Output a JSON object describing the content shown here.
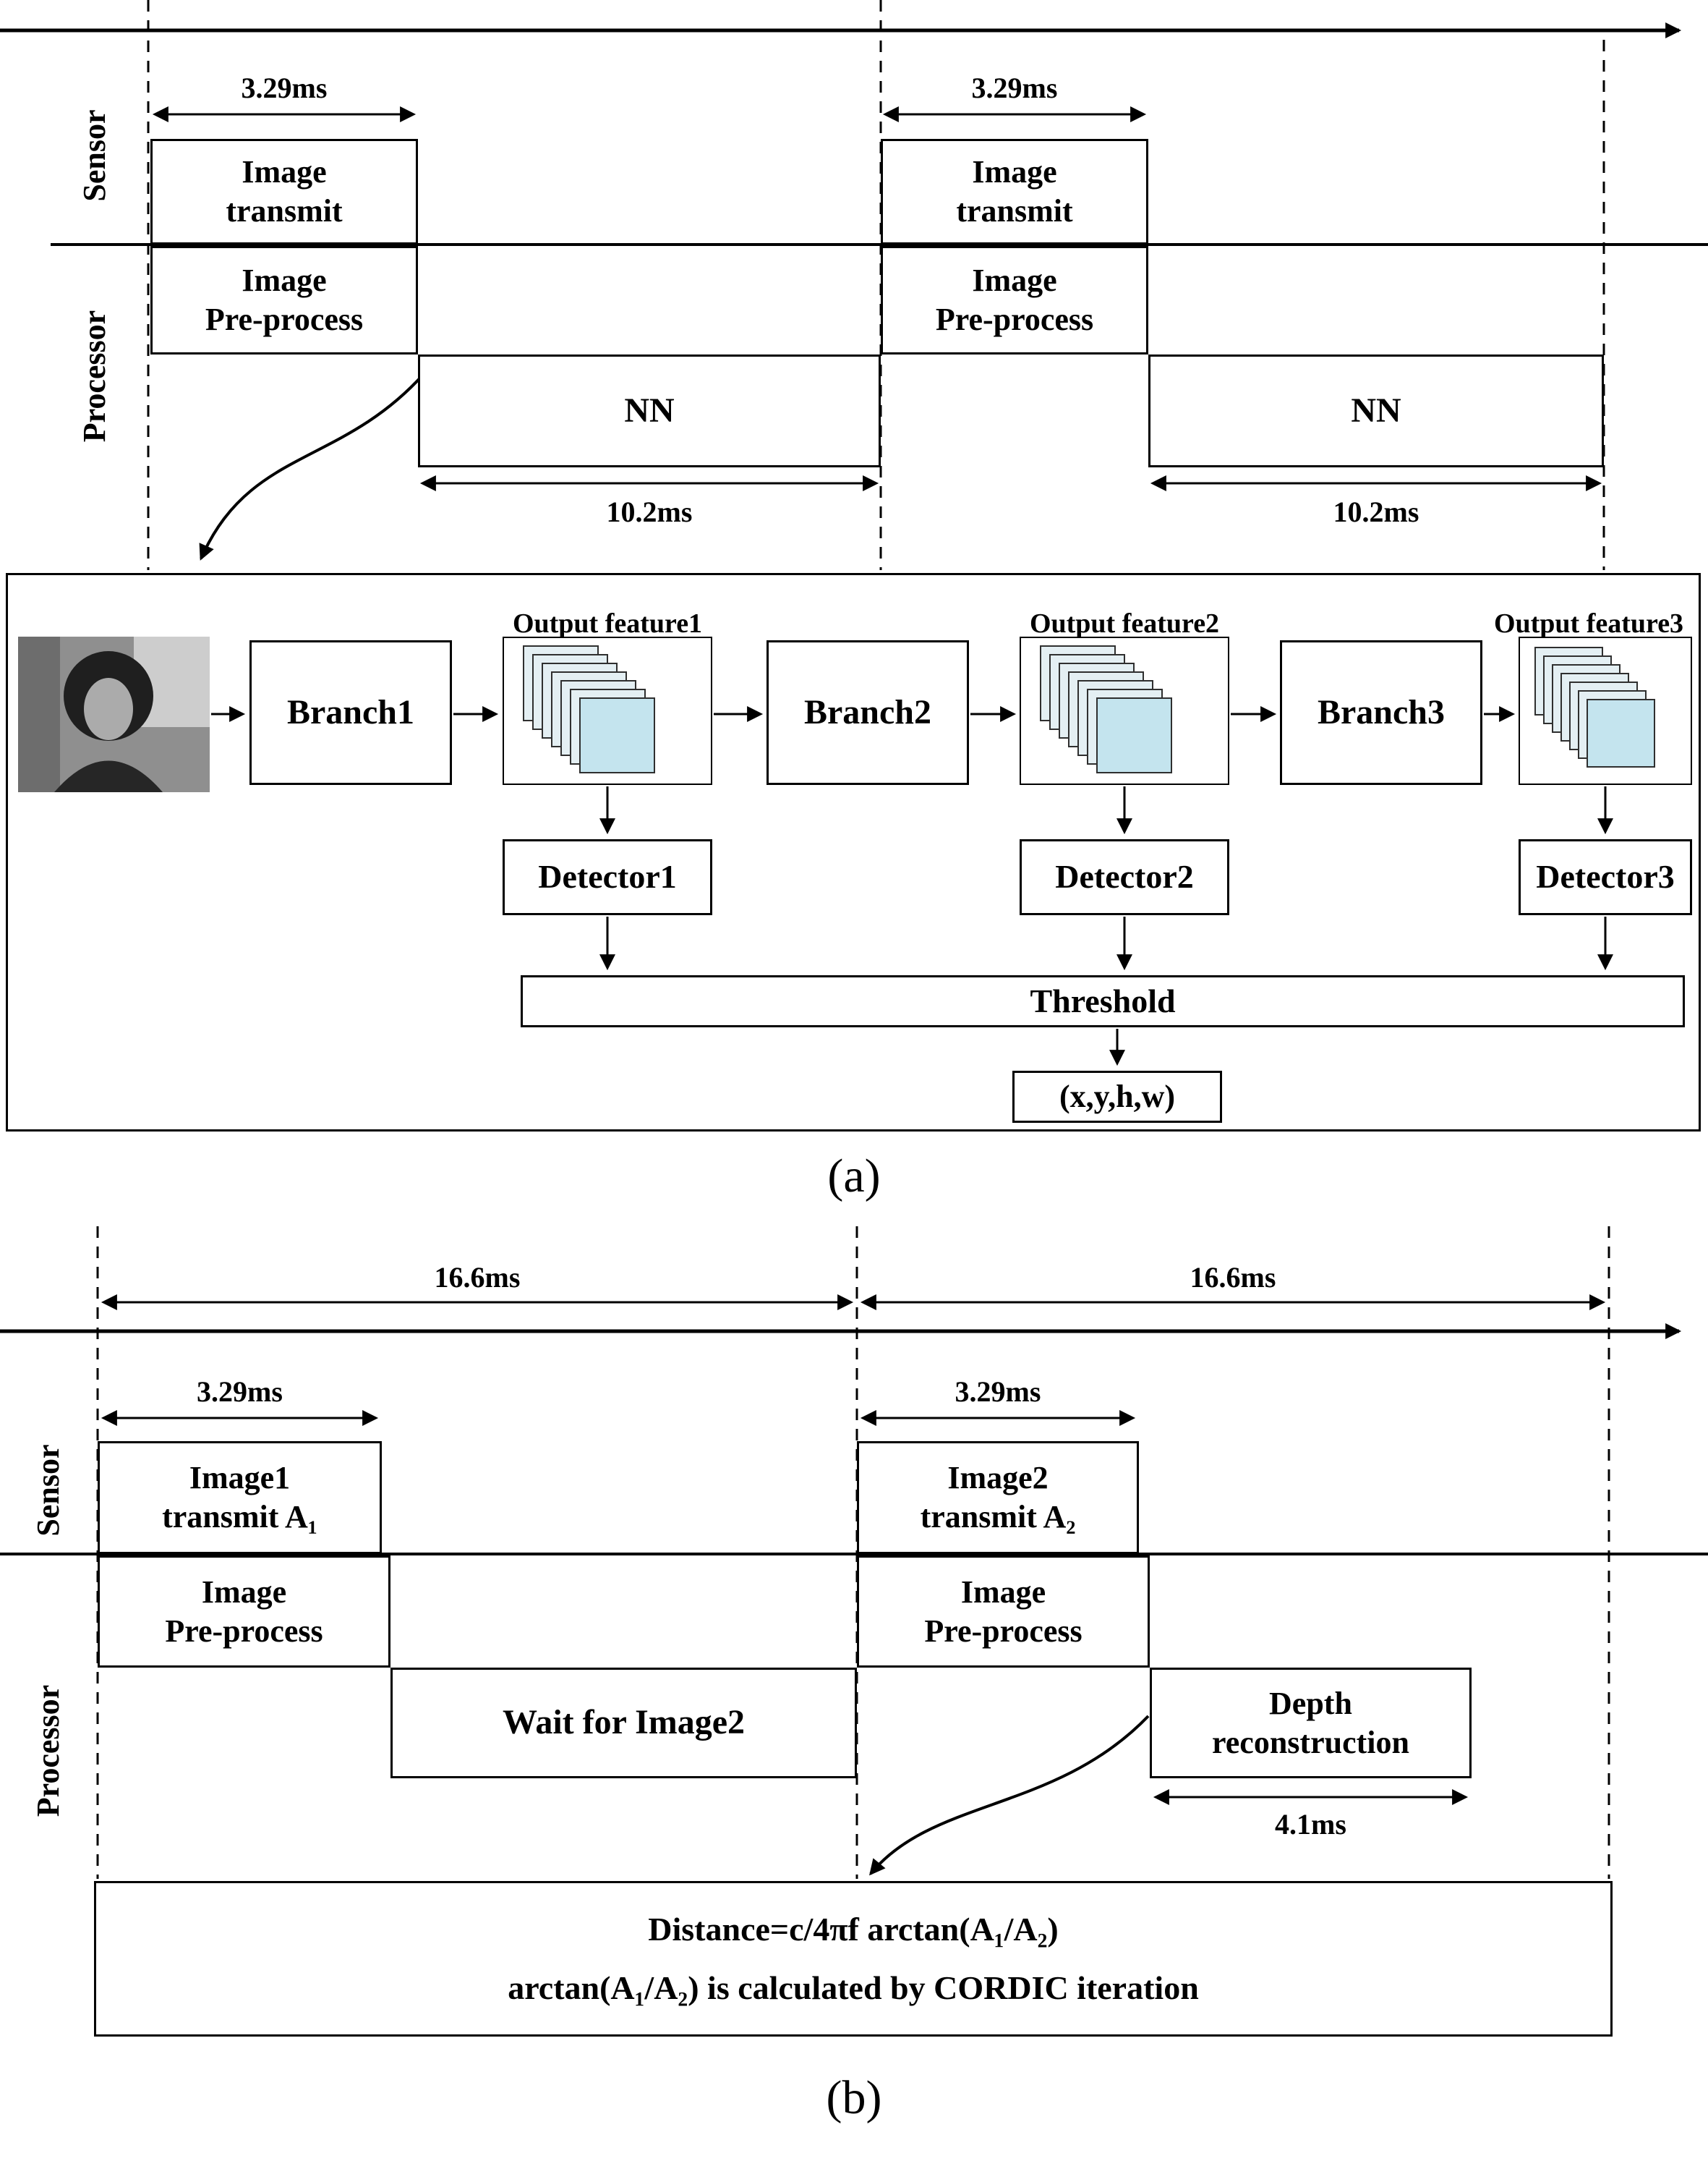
{
  "colors": {
    "line": "#000000",
    "box_border": "#000000",
    "feature_map_fill": "#e4eff3",
    "feature_map_front_fill": "#c4e4ee"
  },
  "panel_a": {
    "sensor_label": "Sensor",
    "processor_label": "Processor",
    "frames": [
      {
        "transmit_duration": "3.29ms",
        "transmit_label": "Image\ntransmit",
        "preprocess_label": "Image\nPre-process",
        "nn_label": "NN",
        "nn_duration": "10.2ms"
      },
      {
        "transmit_duration": "3.29ms",
        "transmit_label": "Image\ntransmit",
        "preprocess_label": "Image\nPre-process",
        "nn_label": "NN",
        "nn_duration": "10.2ms"
      }
    ],
    "pipeline": {
      "branches": [
        "Branch1",
        "Branch2",
        "Branch3"
      ],
      "features": [
        "Output feature1",
        "Output feature2",
        "Output feature3"
      ],
      "detectors": [
        "Detector1",
        "Detector2",
        "Detector3"
      ],
      "threshold_label": "Threshold",
      "output_label": "(x,y,h,w)"
    },
    "caption": "(a)"
  },
  "panel_b": {
    "sensor_label": "Sensor",
    "processor_label": "Processor",
    "period_durations": [
      "16.6ms",
      "16.6ms"
    ],
    "frames": [
      {
        "transmit_duration": "3.29ms",
        "transmit_label": "Image1\ntransmit A₁",
        "preprocess_label": "Image\nPre-process"
      },
      {
        "transmit_duration": "3.29ms",
        "transmit_label": "Image2\ntransmit A₂",
        "preprocess_label": "Image\nPre-process"
      }
    ],
    "wait_label": "Wait for Image2",
    "depth_label": "Depth\nreconstruction",
    "depth_duration": "4.1ms",
    "formula_line1": "Distance=c/4πf arctan(A₁/A₂)",
    "formula_line2": "arctan(A₁/A₂) is calculated by CORDIC iteration",
    "caption": "(b)"
  }
}
